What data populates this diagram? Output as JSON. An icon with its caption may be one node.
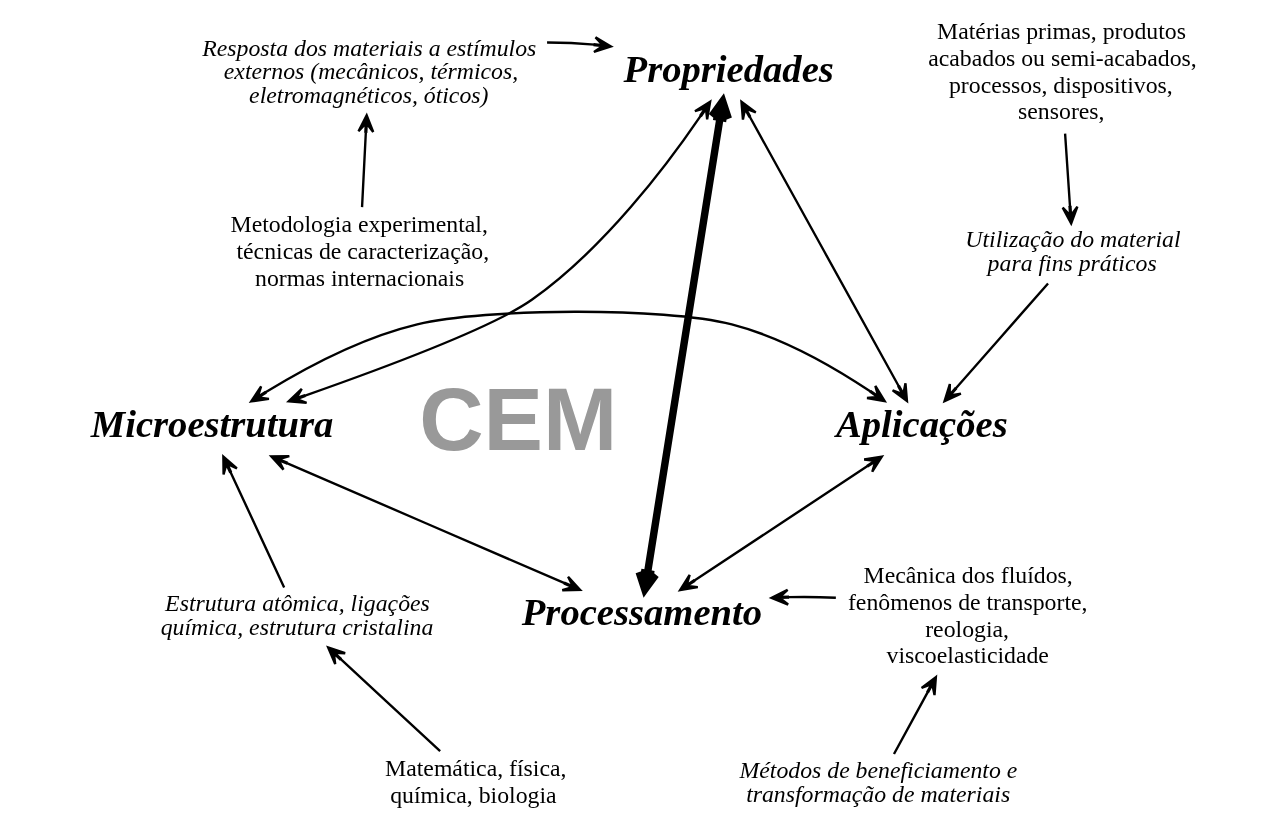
{
  "diagram": {
    "nodes": [
      {
        "text": [
          "Resposta dos materiais a estímulos externos (mecânicos, térmicos, eletromagnéticos, óticos)"
        ]
      },
      {
        "text": [
          "Propriedades"
        ]
      },
      {
        "text": [
          "Matérias primas, produtos acabados ou semi-acabados, processos, dispositivos, sensores,"
        ]
      },
      {
        "text": [
          "Metodologia experimental, técnicas de caracterização, normas internacionais"
        ]
      },
      {
        "text": [
          "Utilização do material para fins práticos"
        ]
      },
      {
        "text": [
          "Aplicações"
        ]
      },
      {
        "text": [
          "Microestrutura"
        ]
      },
      {
        "text": [
          "Estrutura atômica, ligações química, estrutura cristalina"
        ]
      },
      {
        "text": [
          "Processamento"
        ]
      },
      {
        "text": [
          "Mecânica dos fluídos, fenômenos de transporte, reologia, viscoelasticidade"
        ]
      },
      {
        "text": [
          "Matemática, física, química, biologia"
        ]
      },
      {
        "text": [
          "Métodos de beneficiamento e transformação de materiais"
        ]
      }
    ],
    "edges": [
      {
        "from": 0,
        "to": 1,
        "arrow": "to"
      },
      {
        "from": 3,
        "to": 0,
        "arrow": "to"
      },
      {
        "from": 2,
        "to": 4,
        "arrow": "to"
      },
      {
        "from": 4,
        "to": 5,
        "arrow": "to"
      },
      {
        "from": 1,
        "to": 6,
        "arrow": "both"
      },
      {
        "from": 1,
        "to": 5,
        "arrow": "both"
      },
      {
        "from": 1,
        "to": 8,
        "arrow": "both",
        "style": "thick"
      },
      {
        "from": 6,
        "to": 8,
        "arrow": "both"
      },
      {
        "from": 5,
        "to": 8,
        "arrow": "both"
      },
      {
        "from": 6,
        "to": 5,
        "arrow": "both"
      },
      {
        "from": 7,
        "to": 6,
        "arrow": "to"
      },
      {
        "from": 10,
        "to": 7,
        "arrow": "to"
      },
      {
        "from": 9,
        "to": 8,
        "arrow": "to"
      },
      {
        "from": 11,
        "to": 9,
        "arrow": "to"
      }
    ],
    "labels": [
      "CEM"
    ]
  }
}
